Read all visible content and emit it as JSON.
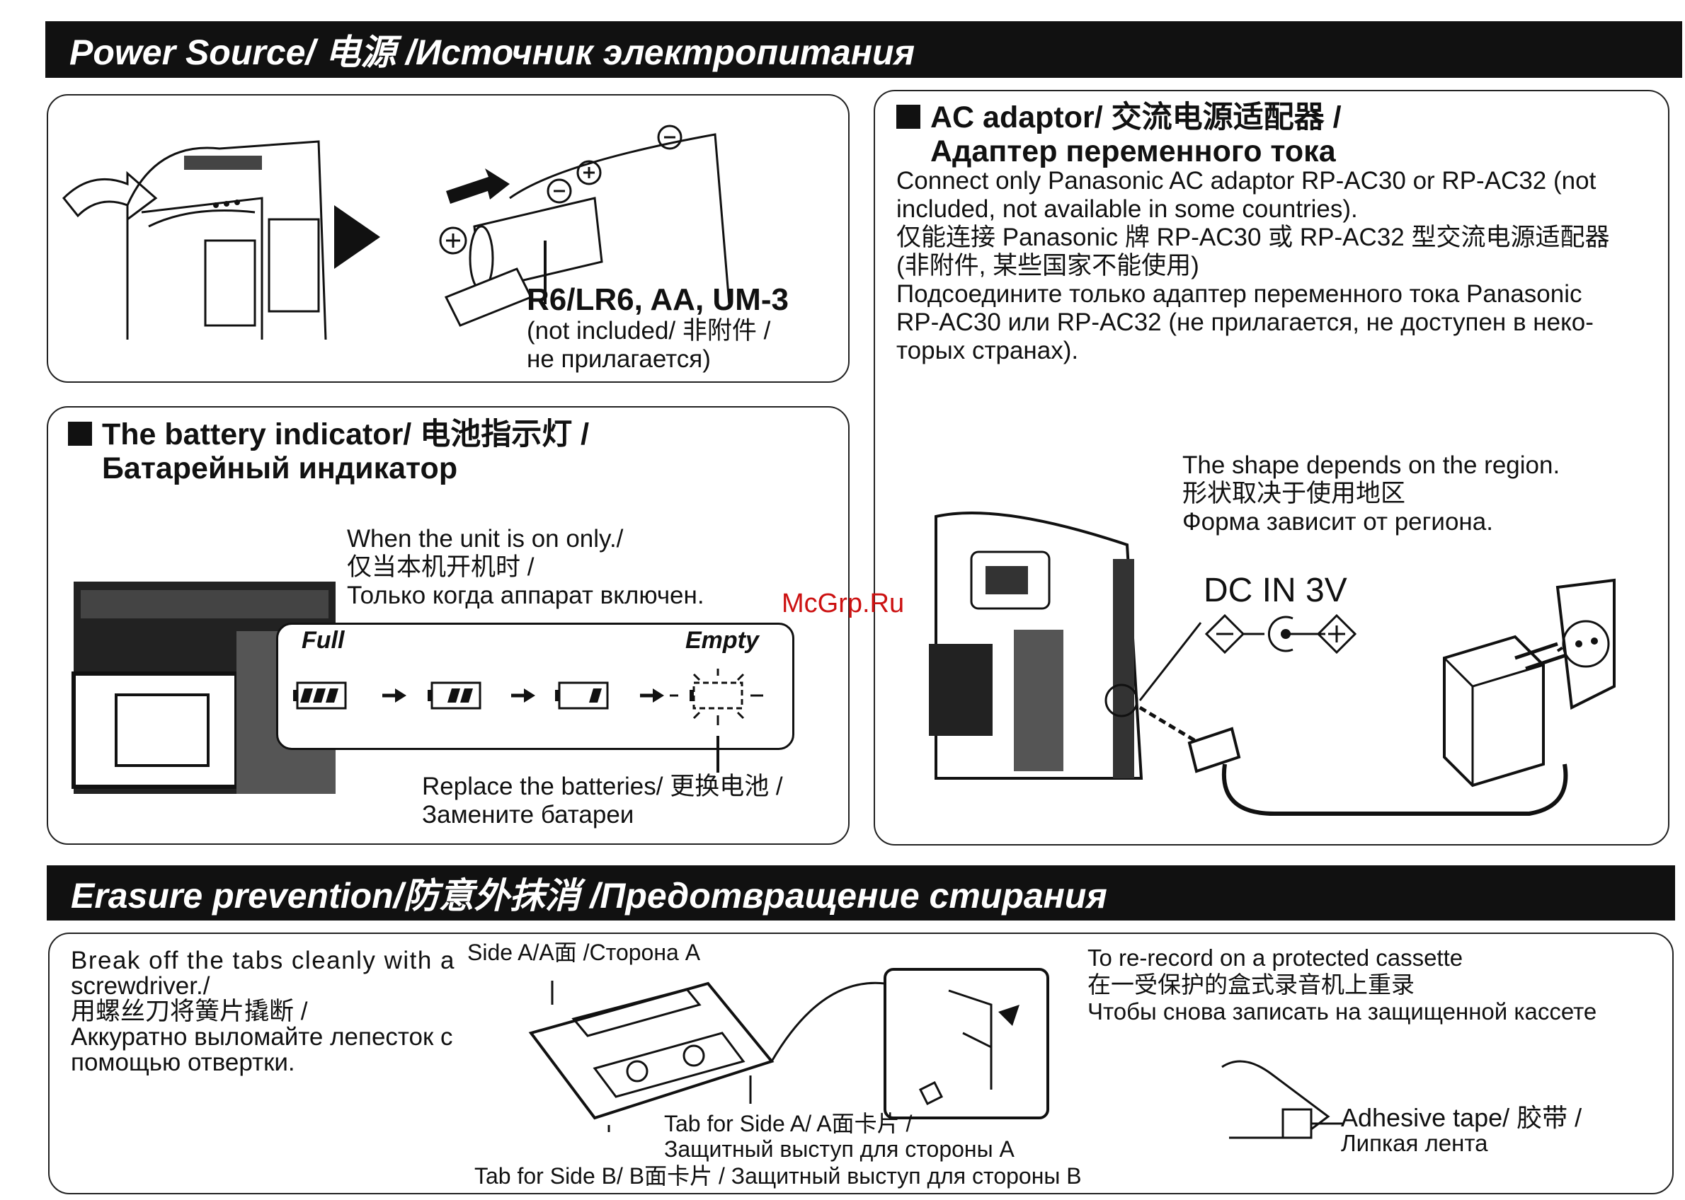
{
  "power_source": {
    "banner": "Power Source/ 电源 /Источник электропитания",
    "battery_label": "R6/LR6, AA, UM-3",
    "not_included_1": "(not included/ 非附件 /",
    "not_included_2": "не прилагается)"
  },
  "battery_indicator": {
    "title_1": "The battery indicator/ 电池指示灯 /",
    "title_2": "Батарейный индикатор",
    "when_on_1": "When the unit is on only./",
    "when_on_2": "仅当本机开机时 /",
    "when_on_3": "Только когда аппарат включен.",
    "full_label": "Full",
    "empty_label": "Empty",
    "replace_1": "Replace the batteries/ 更换电池 /",
    "replace_2": "Замените батареи"
  },
  "ac_adaptor": {
    "title_1": "AC adaptor/ 交流电源适配器 /",
    "title_2": "Адаптер переменного тока",
    "lines": [
      "Connect only Panasonic AC adaptor RP-AC30 or RP-AC32 (not",
      "included, not available in some countries).",
      "仅能连接 Panasonic 牌 RP-AC30 或 RP-AC32 型交流电源适配器",
      "(非附件, 某些国家不能使用)",
      "Подсоедините только адаптер переменного тока Panasonic",
      "RP-AC30 или RP-AC32 (не прилагается, не доступен в неко-",
      "торых странах)."
    ],
    "shape_1": "The shape depends on the region.",
    "shape_2": "形状取决于使用地区",
    "shape_3": "Форма зависит от региона.",
    "dc_in": "DC IN 3V",
    "watermark": "McGrp.Ru"
  },
  "erasure": {
    "banner": "Erasure prevention/防意外抹消 /Предотвращение стирания",
    "break_1": "Break off the tabs cleanly with a",
    "break_2": "screwdriver./",
    "break_3": "用螺丝刀将簧片撬断 /",
    "break_4": "Аккуратно выломайте лепесток с",
    "break_5": "помощью отвертки.",
    "side_a": "Side A/A面 /Сторона A",
    "tab_a_1": "Tab for Side A/ A面卡片 /",
    "tab_a_2": "Защитный выступ для стороны A",
    "tab_b": "Tab for Side B/ B面卡片 / Защитный выступ для стороны B",
    "rerecord_1": "To re-record on a protected cassette",
    "rerecord_2": "在一受保护的盒式录音机上重录",
    "rerecord_3": "Чтобы снова записать на защищенной кассете",
    "tape_1": "Adhesive tape/ 胶带 /",
    "tape_2": "Липкая лента"
  },
  "icons": [
    "eject-arrow-icon",
    "play-arrow-icon",
    "battery-full-icon",
    "battery-two-thirds-icon",
    "battery-one-third-icon",
    "battery-empty-flashing-icon",
    "right-arrow-icon",
    "plug-icon",
    "dc-polarity-icon"
  ]
}
